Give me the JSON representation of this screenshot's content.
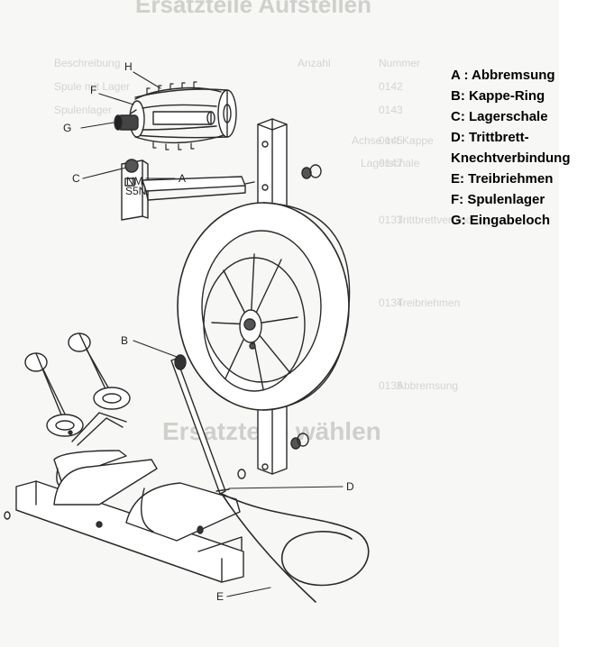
{
  "background": {
    "heading_top": "Ersatzteile Aufstellen",
    "heading_mid": "Ersatzteile wählen",
    "table_rows_top": [
      [
        "Nummer",
        "Anzahl",
        "Beschreibung"
      ],
      [
        "0142",
        "",
        "Spule mit Lager"
      ],
      [
        "0143",
        "",
        "Spulenlager"
      ],
      [
        "0145",
        "",
        "Achse mit Kappe"
      ],
      [
        "0147",
        "",
        "Lagerschale"
      ]
    ],
    "table_rows_bottom": [
      [
        "0133",
        "",
        "Trittbrettverbindung"
      ],
      [
        "0134",
        "",
        "Treibriehmen"
      ],
      [
        "0135",
        "",
        "Abbremsung"
      ]
    ]
  },
  "callouts": {
    "A": "A",
    "B": "B",
    "C": "C",
    "D": "D",
    "E": "E",
    "F": "F",
    "G": "G",
    "H": "H"
  },
  "part_marks": {
    "mark_1": "NM",
    "mark_2": "S5N"
  },
  "legend": [
    "A : Abbremsung",
    "B: Kappe-Ring",
    "C: Lagerschale",
    "D: Trittbrett-",
    "Knechtverbindung",
    "E: Treibriehmen",
    "F: Spulenlager",
    "G: Eingabeloch"
  ],
  "colors": {
    "ink": "#2a2a2a",
    "paper": "#f7f7f5",
    "ghost_text": "#d4d4d2"
  }
}
